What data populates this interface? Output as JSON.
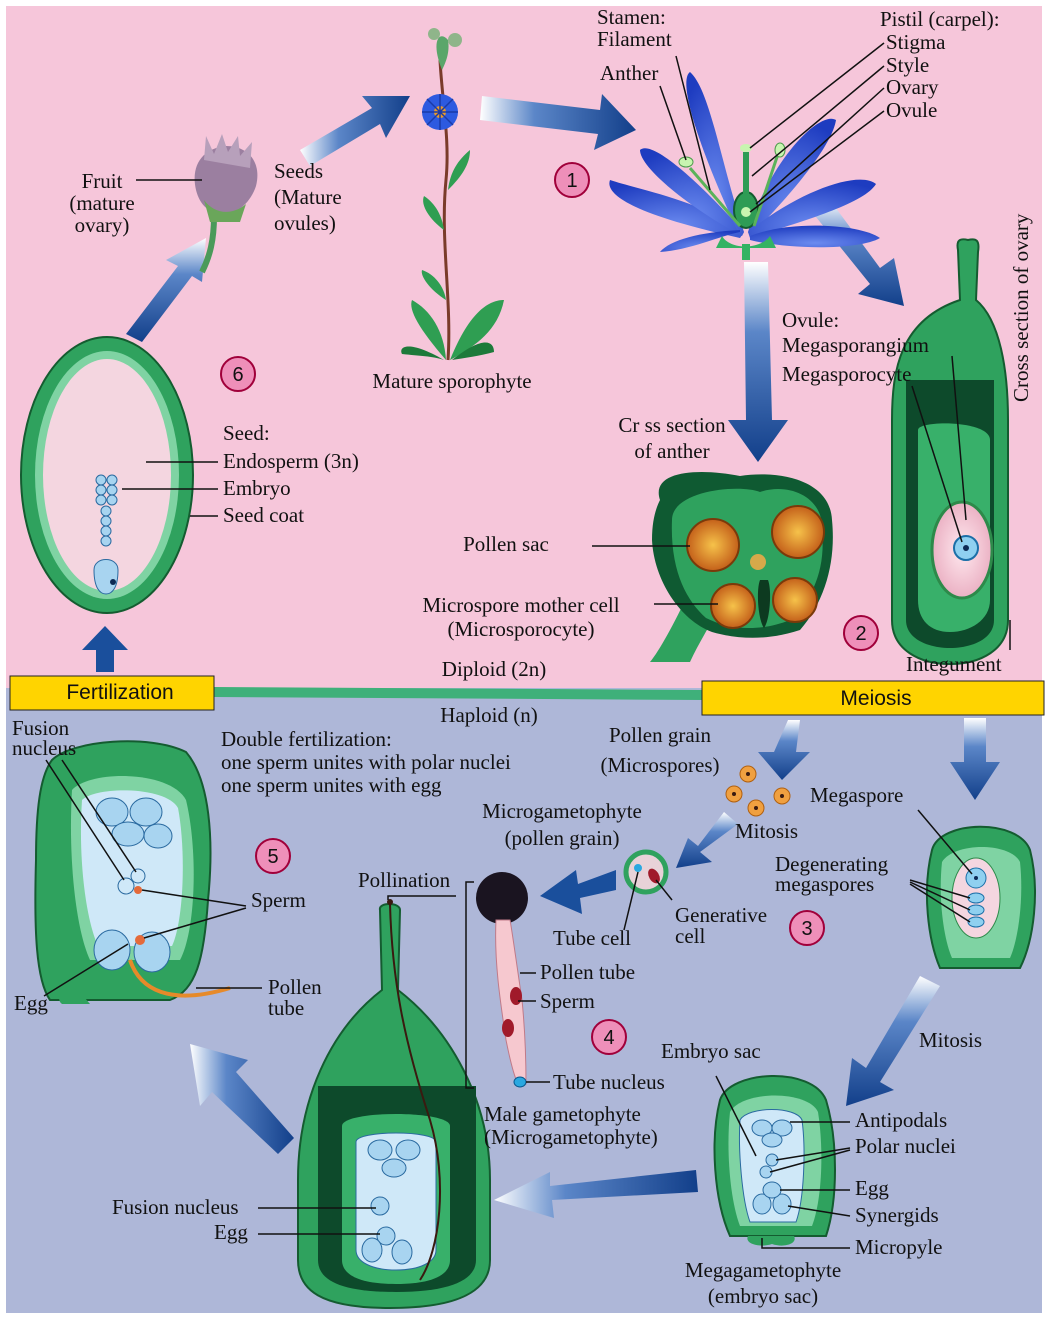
{
  "colors": {
    "top_bg": "#f6c6da",
    "bottom_bg": "#aeb7d8",
    "band_yellow": "#ffd400",
    "divider_green": "#3fb07a",
    "arrow_blue": "#1a4f9c",
    "tissue_green": "#2fa25e",
    "tissue_dark": "#0d4a2b",
    "cell_blue": "#bfe0f3",
    "step_marker": "#ee8fb9"
  },
  "bands": {
    "fertilization": "Fertilization",
    "meiosis": "Meiosis",
    "diploid": "Diploid (2n)",
    "haploid": "Haploid (n)"
  },
  "steps": [
    "1",
    "2",
    "3",
    "4",
    "5",
    "6"
  ],
  "labels": {
    "stamen_line1": "Stamen:",
    "stamen_line2": "Filament",
    "anther": "Anther",
    "pistil": "Pistil (carpel):",
    "stigma": "Stigma",
    "style": "Style",
    "ovary": "Ovary",
    "ovule": "Ovule",
    "fruit_line1": "Fruit",
    "fruit_line2": "(mature",
    "fruit_line3": "ovary)",
    "seeds_line1": "Seeds",
    "seeds_line2": "(Mature",
    "seeds_line3": "ovules)",
    "mature_sporophyte": "Mature sporophyte",
    "ovule_title": "Ovule:",
    "megasporangium": "Megasporangium",
    "megasporocyte": "Megasporocyte",
    "cross_section_ovary": "Cross section of ovary",
    "cross_section_anther_line1": "Cr  ss section",
    "cross_section_anther_line2": "of anther",
    "pollen_sac": "Pollen sac",
    "microspore_line1": "Microspore mother cell",
    "microspore_line2": "(Microsporocyte)",
    "integument": "Integument",
    "seed_title": "Seed:",
    "endosperm": "Endosperm (3n)",
    "embryo": "Embryo",
    "seed_coat": "Seed coat",
    "fusion_nucleus_line1": "Fusion",
    "fusion_nucleus_line2": "nucleus",
    "double_fert_line1": "Double fertilization:",
    "double_fert_line2": "one sperm unites with polar nuclei",
    "double_fert_line3": "one sperm unites with egg",
    "pollen_grain_line1": "Pollen grain",
    "pollen_grain_line2": "(Microspores)",
    "megaspore": "Megaspore",
    "microgametophyte_line1": "Microgametophyte",
    "microgametophyte_line2": "(pollen grain)",
    "mitosis_top": "Mitosis",
    "degenerating_line1": "Degenerating",
    "degenerating_line2": "megaspores",
    "pollination": "Pollination",
    "sperm_left": "Sperm",
    "generative_line1": "Generative",
    "generative_line2": "cell",
    "tube_cell": "Tube cell",
    "pollen_tube_mid": "Pollen tube",
    "sperm_mid": "Sperm",
    "egg_left": "Egg",
    "pollen_tube_left_line1": "Pollen",
    "pollen_tube_left_line2": "tube",
    "mitosis_right": "Mitosis",
    "embryo_sac": "Embryo sac",
    "tube_nucleus": "Tube nucleus",
    "male_gam_line1": "Male gametophyte",
    "male_gam_line2": "(Microgametophyte)",
    "antipodals": "Antipodals",
    "polar_nuclei": "Polar nuclei",
    "fusion_nucleus_bottom": "Fusion nucleus",
    "egg_bottom": "Egg",
    "egg_right": "Egg",
    "synergids": "Synergids",
    "micropyle": "Micropyle",
    "megagametophyte_line1": "Megagametophyte",
    "megagametophyte_line2": "(embryo sac)"
  }
}
